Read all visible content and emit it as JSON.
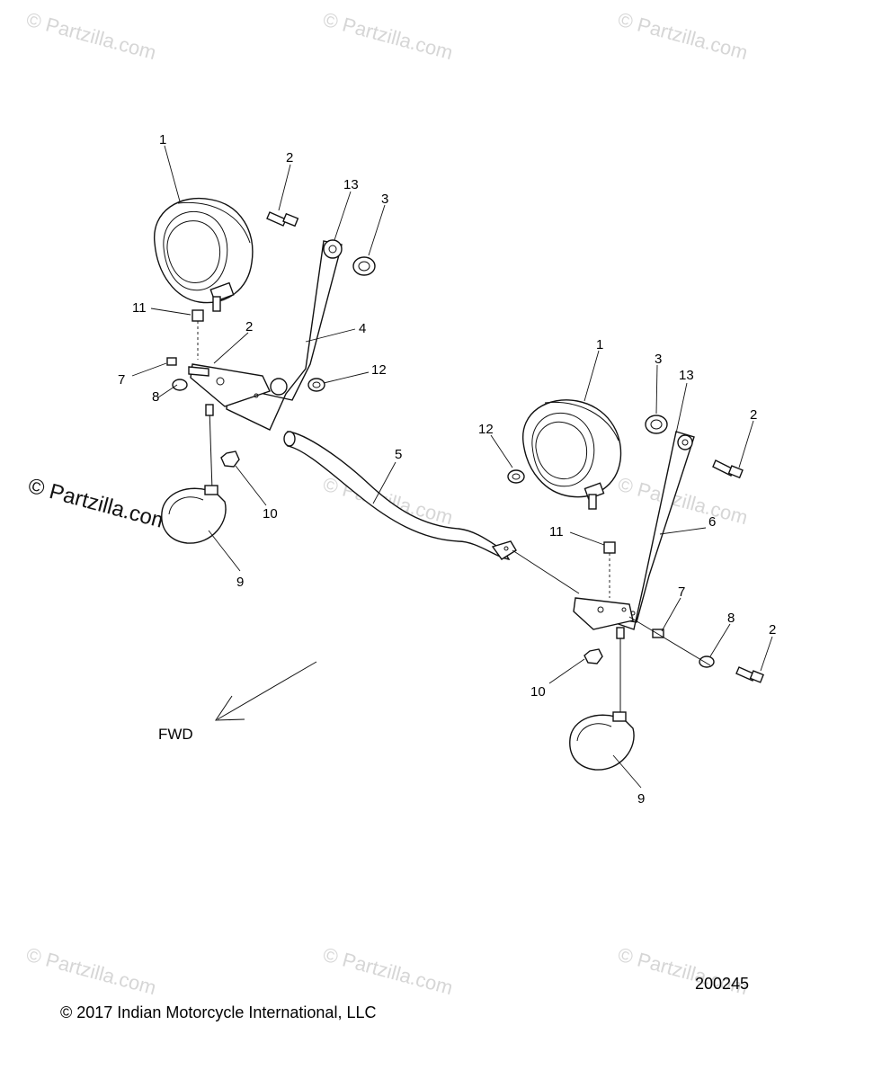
{
  "watermark": {
    "text": "© Partzilla.com",
    "main_text": "© Partzilla.com"
  },
  "callouts": {
    "c1a": "1",
    "c2a": "2",
    "c13a": "13",
    "c3a": "3",
    "c11a": "11",
    "c2b": "2",
    "c4": "4",
    "c7a": "7",
    "c12a": "12",
    "c8a": "8",
    "c10a": "10",
    "c9a": "9",
    "c5": "5",
    "c1b": "1",
    "c3b": "3",
    "c13b": "13",
    "c2c": "2",
    "c12b": "12",
    "c11b": "11",
    "c6": "6",
    "c7b": "7",
    "c8b": "8",
    "c2d": "2",
    "c10b": "10",
    "c9b": "9"
  },
  "direction_label": "FWD",
  "footer": {
    "copyright": "© 2017 Indian Motorcycle International, LLC",
    "diagram_number": "200245"
  }
}
